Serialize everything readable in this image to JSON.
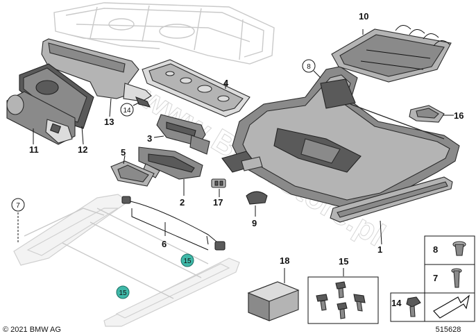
{
  "callouts": {
    "c1": "1",
    "c2": "2",
    "c3": "3",
    "c4": "4",
    "c5": "5",
    "c6": "6",
    "c7": "7",
    "c8": "8",
    "c9": "9",
    "c10": "10",
    "c11": "11",
    "c12": "12",
    "c13": "13",
    "c14": "14",
    "c15": "15",
    "c16": "16",
    "c17": "17",
    "c18": "18",
    "c15a": "15",
    "c15b": "15",
    "c14b": "14",
    "legend8": "8",
    "legend7": "7",
    "legend14": "14"
  },
  "watermark": "www.BMWstore.pl",
  "footer": {
    "copyright": "© 2021 BMW AG",
    "diagram_number": "515628"
  },
  "colors": {
    "badge_fill": "#3fb8a8",
    "part_gray": "#8a8a8a"
  }
}
